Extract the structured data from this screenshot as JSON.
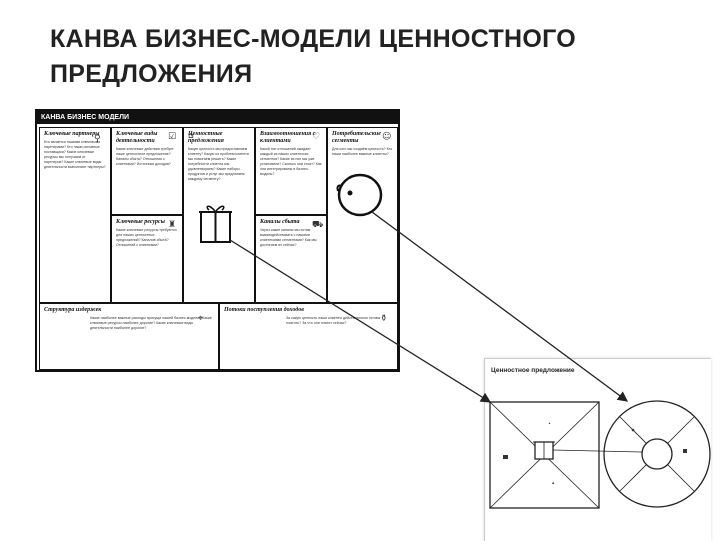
{
  "slide": {
    "title": "КАНВА БИЗНЕС-МОДЕЛИ ЦЕННОСТНОГО ПРЕДЛОЖЕНИЯ"
  },
  "canvas": {
    "header": "КАНВА БИЗНЕС МОДЕЛИ",
    "cells": {
      "key_partners": {
        "title": "Ключевые партнеры",
        "text": "Кто является нашими ключевыми партнерами? Кто наши основные поставщики? Какие ключевые ресурсы мы получаем от партнеров? Какие ключевые виды деятельности выполняют партнеры?"
      },
      "key_activities": {
        "title": "Ключевые виды деятельности",
        "text": "Какие ключевые действия требует наше ценностное предложение? Каналы сбыта? Отношения с клиентами? Источники доходов?"
      },
      "value_propositions": {
        "title": "Ценностные предложения",
        "text": "Какую ценность мы предоставляем клиенту? Какую из проблем клиента мы помогаем решить? Какие потребности клиента мы удовлетворяем? Какие наборы продуктов и услуг мы предлагаем каждому сегменту?"
      },
      "customer_relationships": {
        "title": "Взаимоотношения с клиентами",
        "text": "Какой тип отношений ожидает каждый из наших клиентских сегментов? Какие из них мы уже установили? Сколько они стоят? Как они интегрированы в бизнес-модель?"
      },
      "customer_segments": {
        "title": "Потребительские сегменты",
        "text": "Для кого мы создаём ценность? Кто наши наиболее важные клиенты?"
      },
      "key_resources": {
        "title": "Ключевые ресурсы",
        "text": "Какие ключевые ресурсы требуются для наших ценностных предложений? Каналов сбыта? Отношений с клиентами?"
      },
      "channels": {
        "title": "Каналы сбыта",
        "text": "Через какие каналы мы хотим взаимодействовать с нашими клиентскими сегментами? Как мы достигаем их сейчас?"
      },
      "cost_structure": {
        "title": "Структура издержек",
        "text": "Какие наиболее важные расходы присущи нашей бизнес-модели? Какие ключевые ресурсы наиболее дорогие? Какие ключевые виды деятельности наиболее дорогие?"
      },
      "revenue_streams": {
        "title": "Потоки поступления доходов",
        "text": "За какую ценность наши клиенты действительно готовы платить? За что они платят сейчас?"
      }
    }
  },
  "value_proposition_canvas": {
    "title": "Ценностное предложение"
  },
  "colors": {
    "ink": "#111111",
    "arrow": "#222222",
    "panel_border": "#cccccc"
  }
}
